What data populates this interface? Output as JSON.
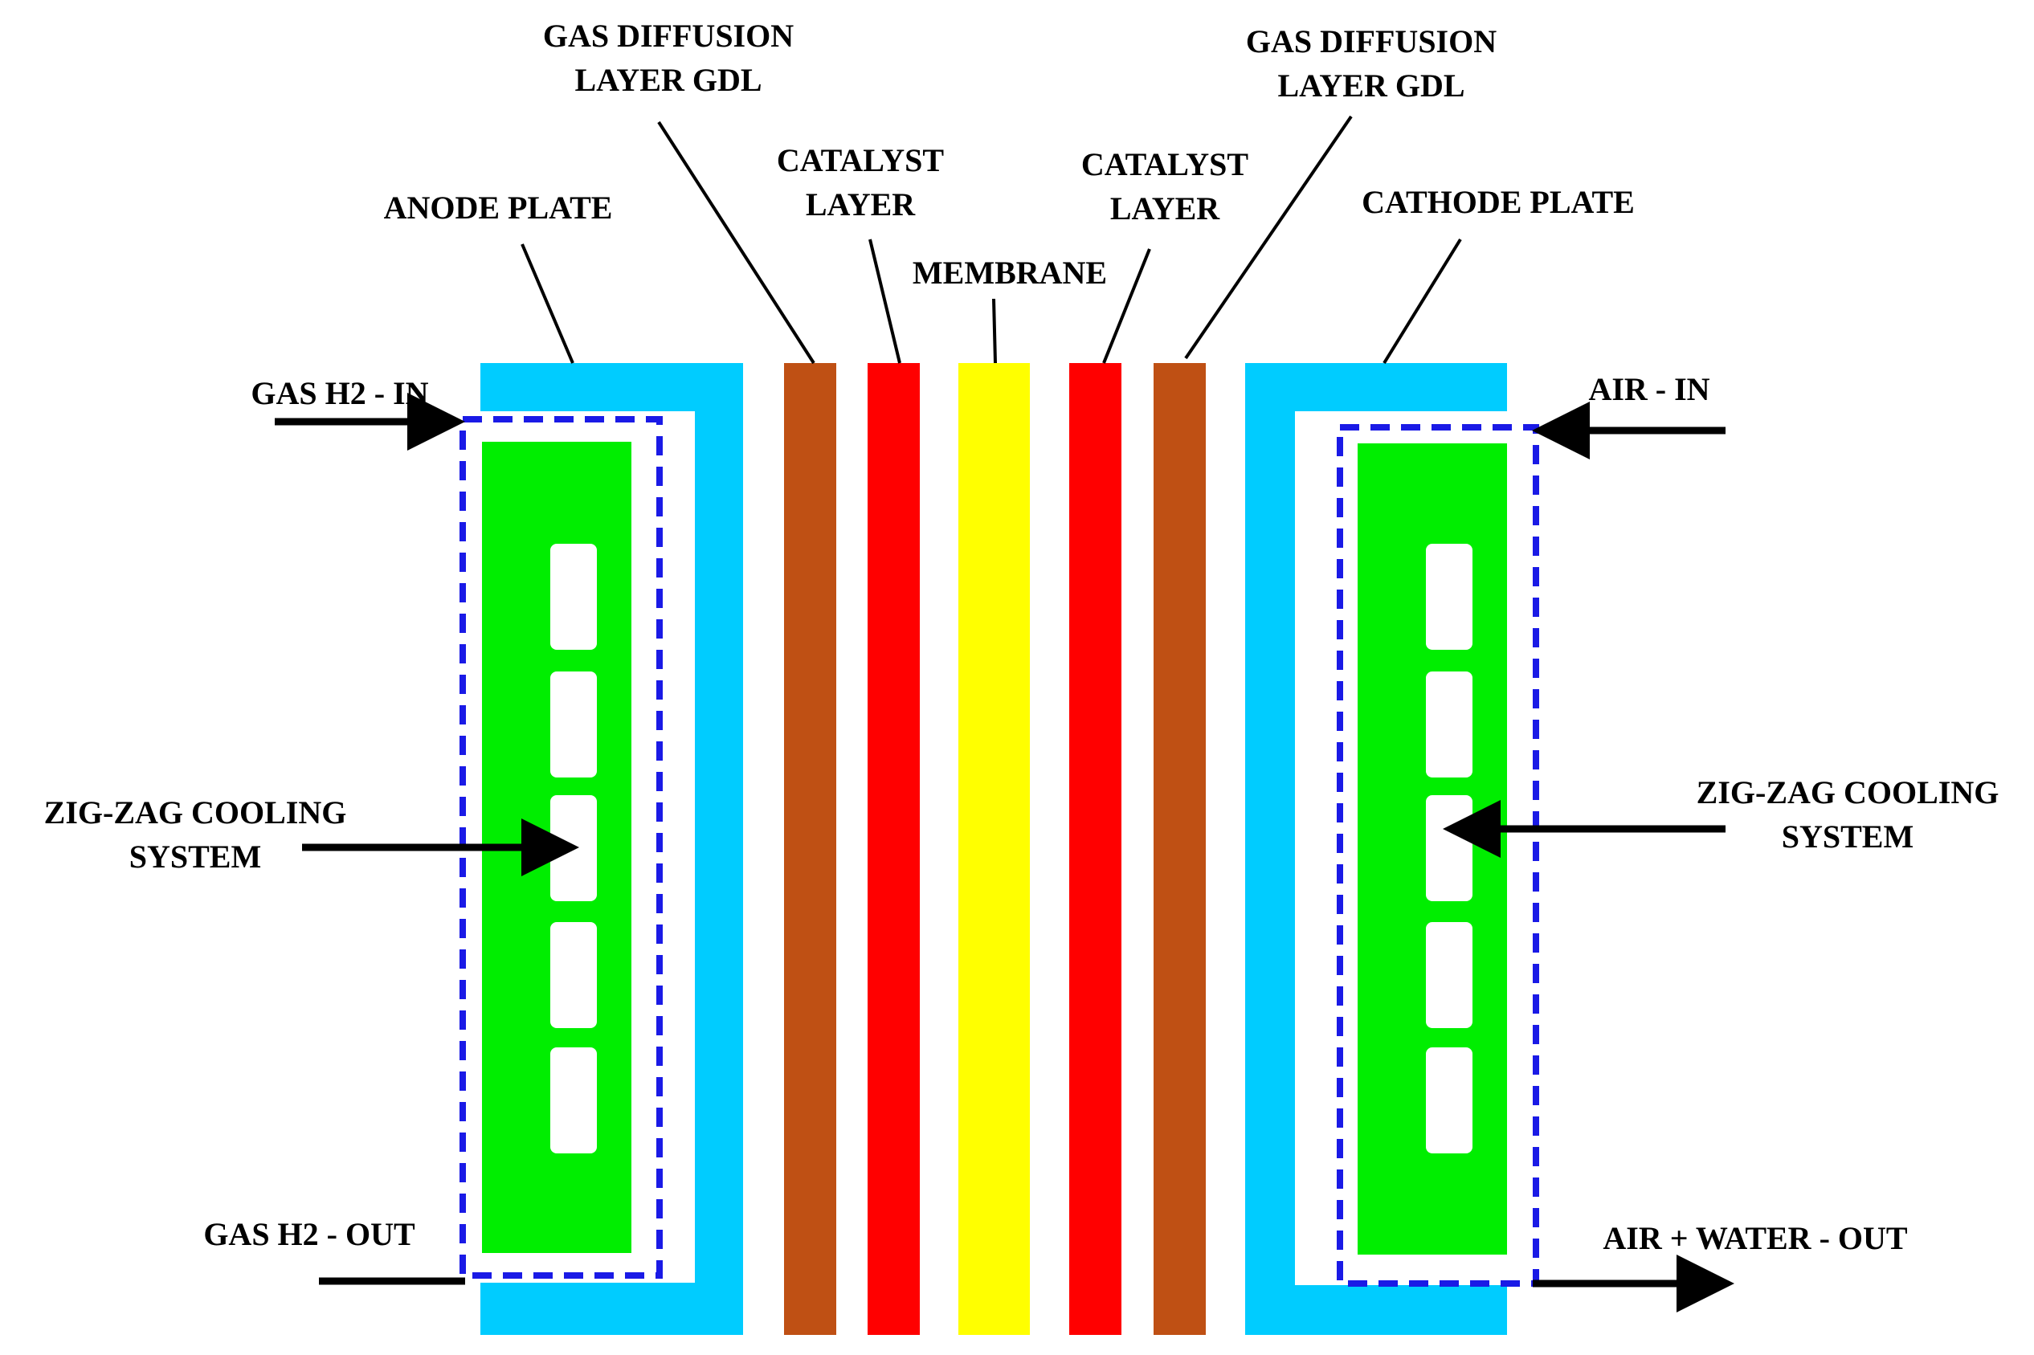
{
  "labels": {
    "gdl_left_line1": "GAS DIFFUSION",
    "gdl_left_line2": "LAYER GDL",
    "gdl_right_line1": "GAS DIFFUSION",
    "gdl_right_line2": "LAYER GDL",
    "catalyst_left_line1": "CATALYST",
    "catalyst_left_line2": "LAYER",
    "catalyst_right_line1": "CATALYST",
    "catalyst_right_line2": "LAYER",
    "membrane": "MEMBRANE",
    "anode_plate": "ANODE PLATE",
    "cathode_plate": "CATHODE PLATE",
    "gas_h2_in": "GAS H2 - IN",
    "gas_h2_out": "GAS H2 - OUT",
    "air_in": "AIR - IN",
    "air_water_out": "AIR + WATER - OUT",
    "cooling_left_line1": "ZIG-ZAG COOLING",
    "cooling_left_line2": "SYSTEM",
    "cooling_right_line1": "ZIG-ZAG COOLING",
    "cooling_right_line2": "SYSTEM"
  },
  "colors": {
    "plate": "#00CCFF",
    "flow_field": "#00EE00",
    "gdl": "#BF5014",
    "catalyst": "#FF0000",
    "membrane": "#FFFF00",
    "dashed_border": "#1A1AE6",
    "arrow": "#000000"
  }
}
